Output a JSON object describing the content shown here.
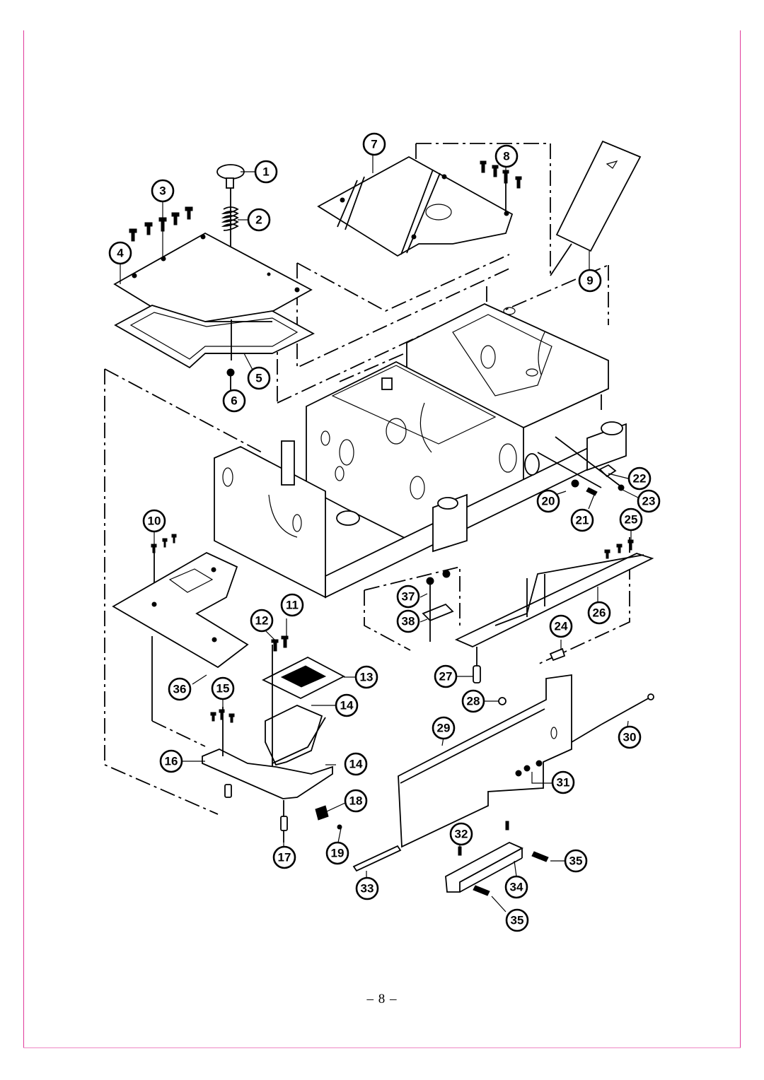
{
  "document": {
    "type": "exploded parts diagram",
    "page_number_text": "– 8 –",
    "border_color": "#e0399a"
  },
  "callouts": [
    {
      "id": "c1",
      "label": "1"
    },
    {
      "id": "c2",
      "label": "2"
    },
    {
      "id": "c3",
      "label": "3"
    },
    {
      "id": "c4",
      "label": "4"
    },
    {
      "id": "c5",
      "label": "5"
    },
    {
      "id": "c6",
      "label": "6"
    },
    {
      "id": "c7",
      "label": "7"
    },
    {
      "id": "c8",
      "label": "8"
    },
    {
      "id": "c9",
      "label": "9"
    },
    {
      "id": "c10",
      "label": "10"
    },
    {
      "id": "c11",
      "label": "11"
    },
    {
      "id": "c12",
      "label": "12"
    },
    {
      "id": "c13",
      "label": "13"
    },
    {
      "id": "c14a",
      "label": "14"
    },
    {
      "id": "c14b",
      "label": "14"
    },
    {
      "id": "c15",
      "label": "15"
    },
    {
      "id": "c16",
      "label": "16"
    },
    {
      "id": "c17",
      "label": "17"
    },
    {
      "id": "c18",
      "label": "18"
    },
    {
      "id": "c19",
      "label": "19"
    },
    {
      "id": "c20",
      "label": "20"
    },
    {
      "id": "c21",
      "label": "21"
    },
    {
      "id": "c22",
      "label": "22"
    },
    {
      "id": "c23",
      "label": "23"
    },
    {
      "id": "c24",
      "label": "24"
    },
    {
      "id": "c25",
      "label": "25"
    },
    {
      "id": "c26",
      "label": "26"
    },
    {
      "id": "c27",
      "label": "27"
    },
    {
      "id": "c28",
      "label": "28"
    },
    {
      "id": "c29",
      "label": "29"
    },
    {
      "id": "c30",
      "label": "30"
    },
    {
      "id": "c31",
      "label": "31"
    },
    {
      "id": "c32",
      "label": "32"
    },
    {
      "id": "c33",
      "label": "33"
    },
    {
      "id": "c34",
      "label": "34"
    },
    {
      "id": "c35a",
      "label": "35"
    },
    {
      "id": "c35b",
      "label": "35"
    },
    {
      "id": "c36",
      "label": "36"
    },
    {
      "id": "c37",
      "label": "37"
    },
    {
      "id": "c38",
      "label": "38"
    }
  ]
}
